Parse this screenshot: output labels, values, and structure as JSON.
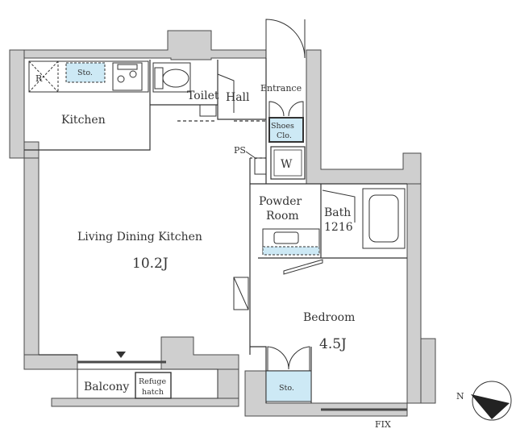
{
  "rooms": {
    "kitchen": "Kitchen",
    "toilet": "Toilet",
    "hall": "Hall",
    "entrance": "Entrance",
    "shoes_line1": "Shoes",
    "shoes_line2": "Clo.",
    "ps": "PS",
    "washer": "W",
    "powder_line1": "Powder",
    "powder_line2": "Room",
    "bath_line1": "Bath",
    "bath_line2": "1216",
    "ldk_name": "Living Dining Kitchen",
    "ldk_size": "10.2J",
    "bedroom_name": "Bedroom",
    "bedroom_size": "4.5J",
    "bed_storage": "Sto.",
    "kitchen_storage": "Sto.",
    "fridge": "R",
    "balcony": "Balcony",
    "refuge_line1": "Refuge",
    "refuge_line2": "hatch",
    "fix": "FIX"
  },
  "compass": {
    "north": "N"
  },
  "colors": {
    "wall": "#cfcfcf",
    "wall_line": "#4a4a4a",
    "line": "#333333",
    "storage_fill": "#cde9f5",
    "background": "#ffffff"
  }
}
